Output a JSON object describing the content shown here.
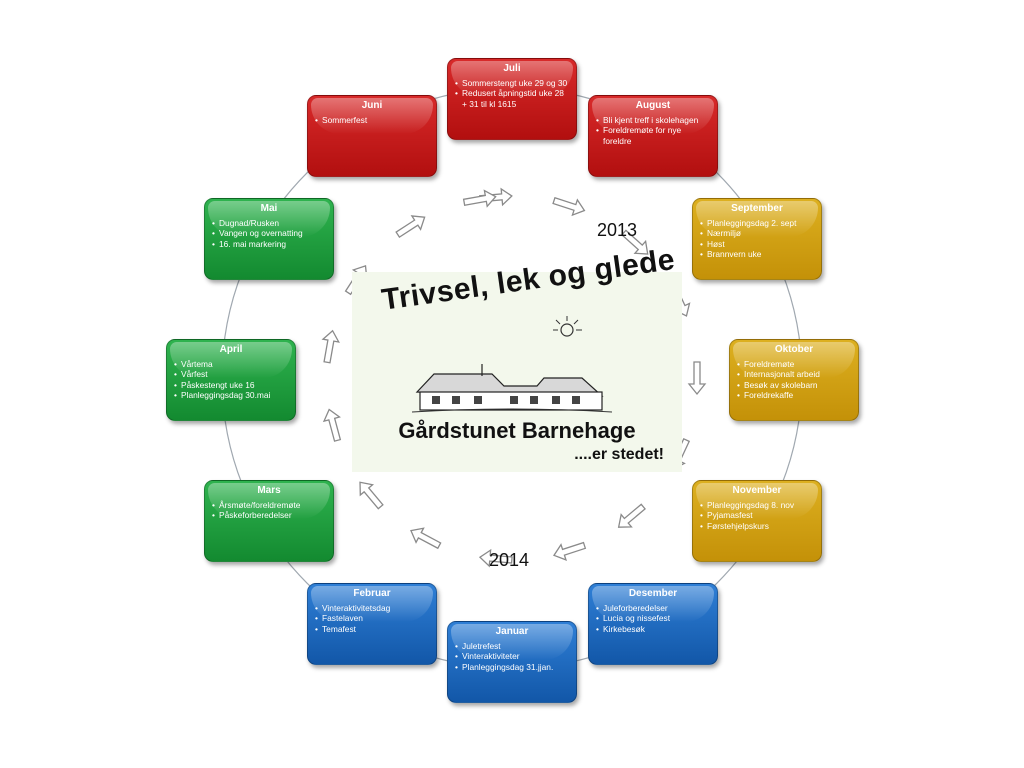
{
  "years": {
    "first": "2013",
    "second": "2014"
  },
  "logo": {
    "headline": "Trivsel, lek og glede",
    "name": "Gårdstunet Barnehage",
    "tagline": "....er stedet!"
  },
  "months": [
    {
      "title": "Juli",
      "items": [
        "Sommerstengt uke 29 og 30",
        "Redusert åpningstid uke 28 + 31 til kl 1615"
      ]
    },
    {
      "title": "August",
      "items": [
        "Bli kjent treff i skolehagen",
        "Foreldremøte for nye foreldre"
      ]
    },
    {
      "title": "September",
      "items": [
        "Planleggingsdag 2. sept",
        "Nærmiljø",
        "Høst",
        "Brannvern uke"
      ]
    },
    {
      "title": "Oktober",
      "items": [
        "Foreldremøte",
        "Internasjonalt arbeid",
        "Besøk av skolebarn",
        "Foreldrekaffe"
      ]
    },
    {
      "title": "November",
      "items": [
        "Planleggingsdag 8. nov",
        "Pyjamasfest",
        "Førstehjelpskurs"
      ]
    },
    {
      "title": "Desember",
      "items": [
        "Juleforberedelser",
        "Lucia og nissefest",
        "Kirkebesøk"
      ]
    },
    {
      "title": "Januar",
      "items": [
        "Juletrefest",
        "Vinteraktiviteter",
        "Planleggingsdag 31.jjan."
      ]
    },
    {
      "title": "Februar",
      "items": [
        "Vinteraktivitetsdag",
        "Fastelaven",
        "Temafest"
      ]
    },
    {
      "title": "Mars",
      "items": [
        "Årsmøte/foreldremøte",
        "Påskeforberedelser"
      ]
    },
    {
      "title": "April",
      "items": [
        "Vårtema",
        "Vårfest",
        "Påskestengt uke 16",
        "Planleggingsdag 30.mai"
      ]
    },
    {
      "title": "Mai",
      "items": [
        "Dugnad/Rusken",
        "Vangen og overnatting",
        "16. mai markering"
      ]
    },
    {
      "title": "Juni",
      "items": [
        "Sommerfest"
      ]
    }
  ],
  "colors": {
    "red": "#c41a1a",
    "yellow": "#d4a010",
    "blue": "#1f6cc2",
    "green": "#20a040"
  }
}
